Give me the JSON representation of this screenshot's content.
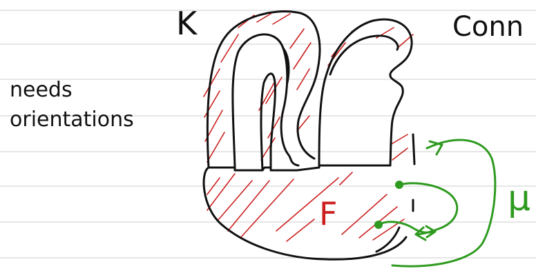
{
  "labels": {
    "k": "K",
    "conn": "Conn",
    "needs": "needs",
    "orientations": "orientations",
    "f": "F",
    "mu": "μ"
  },
  "colors": {
    "ink": "#111111",
    "red": "#cc1f1f",
    "green": "#2e9a1f",
    "rule": "#d6d6d6"
  }
}
